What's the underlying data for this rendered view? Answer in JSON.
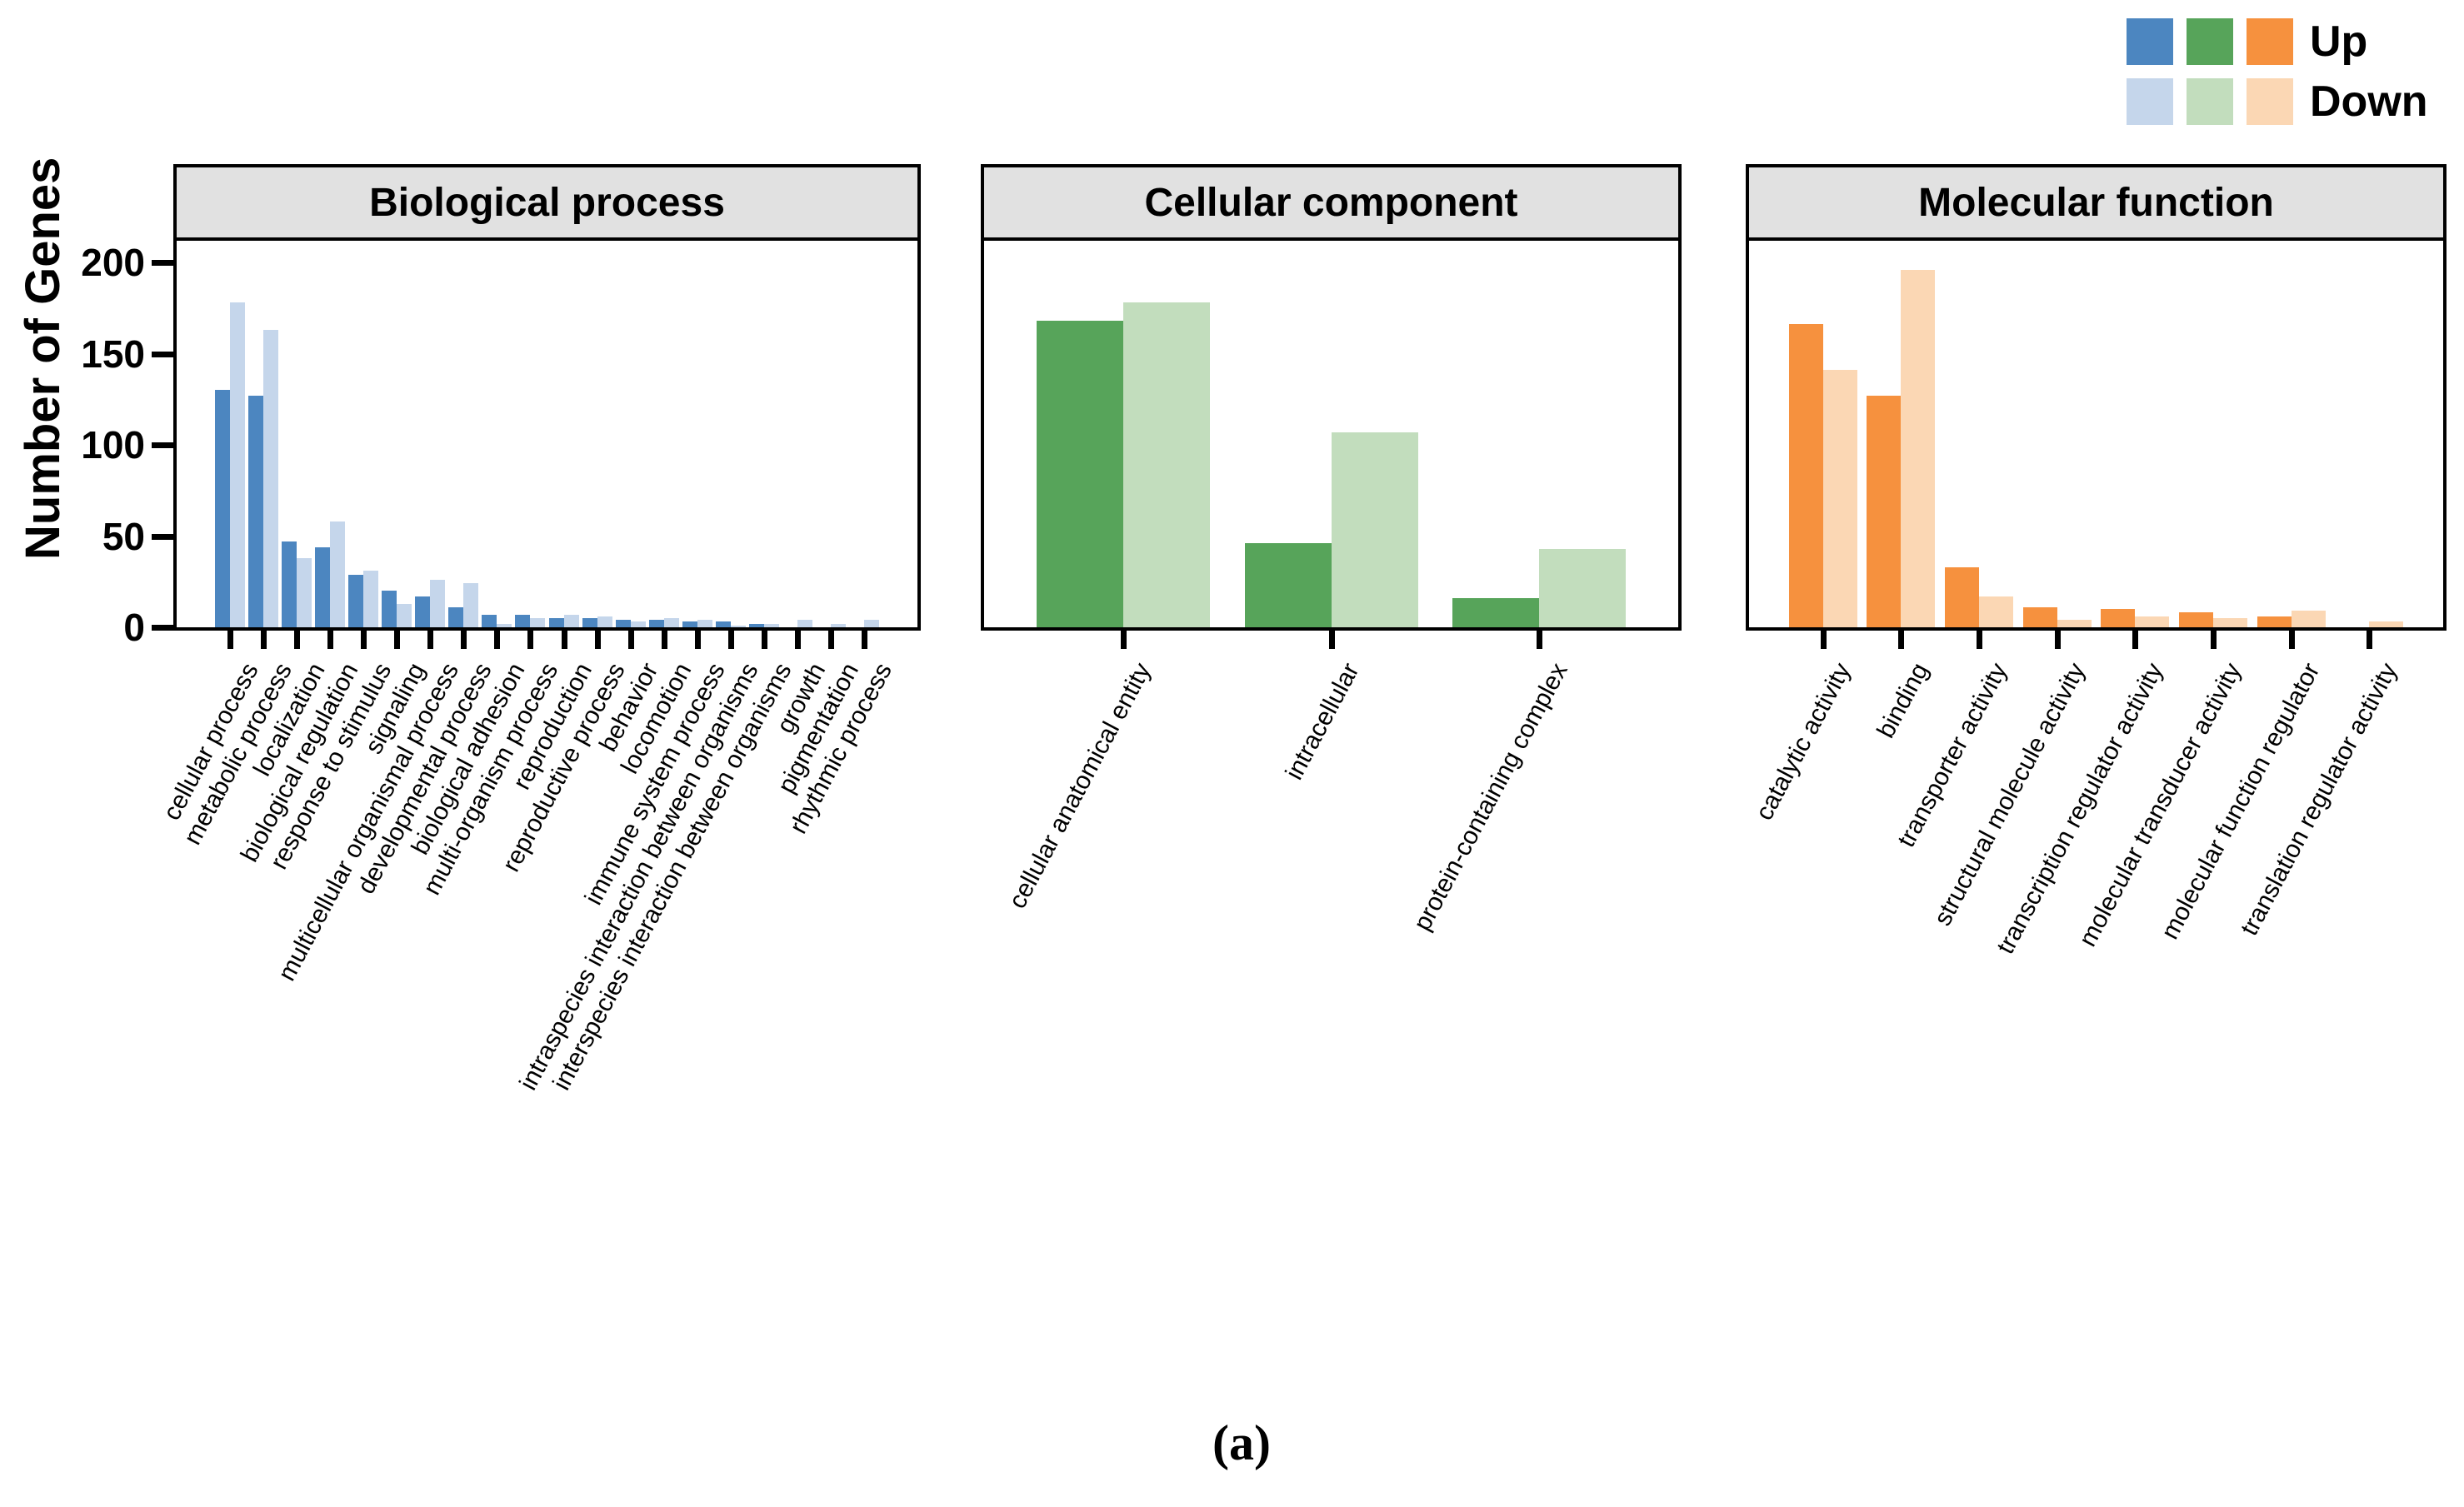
{
  "figure": {
    "y_axis": {
      "title": "Number of Genes",
      "ticks": [
        0,
        50,
        100,
        150,
        200
      ]
    },
    "legend": {
      "up_label": "Up",
      "down_label": "Down",
      "up_colors": [
        "#4c86c0",
        "#57a45a",
        "#f6913e"
      ],
      "down_colors": [
        "#c5d6eb",
        "#c2ddbd",
        "#fbd7b4"
      ]
    },
    "caption": "(a)"
  },
  "chart_data": [
    {
      "type": "bar",
      "title": "Biological process",
      "ylabel": "Number of Genes",
      "ylim": [
        0,
        210
      ],
      "grid": false,
      "legend_position": "top-right",
      "categories": [
        "cellular process",
        "metabolic process",
        "localization",
        "biological regulation",
        "response to stimulus",
        "signaling",
        "multicellular organismal process",
        "developmental process",
        "biological adhesion",
        "multi-organism process",
        "reproduction",
        "reproductive process",
        "behavior",
        "locomotion",
        "immune system process",
        "intraspecies interaction between organisms",
        "interspecies interaction between organisms",
        "growth",
        "pigmentation",
        "rhythmic process"
      ],
      "series": [
        {
          "name": "Up",
          "color": "#4c86c0",
          "values": [
            130,
            127,
            47,
            44,
            29,
            20,
            17,
            11,
            7,
            7,
            5,
            5,
            4,
            4,
            3,
            3,
            2,
            0,
            0,
            0
          ]
        },
        {
          "name": "Down",
          "color": "#c5d6eb",
          "values": [
            178,
            163,
            38,
            58,
            31,
            13,
            26,
            24,
            2,
            5,
            7,
            6,
            3,
            5,
            4,
            1,
            2,
            4,
            2,
            4
          ]
        }
      ]
    },
    {
      "type": "bar",
      "title": "Cellular component",
      "ylabel": "Number of Genes",
      "ylim": [
        0,
        210
      ],
      "grid": false,
      "legend_position": "top-right",
      "categories": [
        "cellular anatomical entity",
        "intracellular",
        "protein-containing complex"
      ],
      "series": [
        {
          "name": "Up",
          "color": "#57a45a",
          "values": [
            168,
            46,
            16
          ]
        },
        {
          "name": "Down",
          "color": "#c2ddbd",
          "values": [
            178,
            107,
            43
          ]
        }
      ]
    },
    {
      "type": "bar",
      "title": "Molecular function",
      "ylabel": "Number of Genes",
      "ylim": [
        0,
        210
      ],
      "grid": false,
      "legend_position": "top-right",
      "categories": [
        "catalytic activity",
        "binding",
        "transporter activity",
        "structural molecule activity",
        "transcription regulator activity",
        "molecular transducer activity",
        "molecular function regulator",
        "translation regulator activity"
      ],
      "series": [
        {
          "name": "Up",
          "color": "#f6913e",
          "values": [
            166,
            127,
            33,
            11,
            10,
            8,
            6,
            0
          ]
        },
        {
          "name": "Down",
          "color": "#fbd7b4",
          "values": [
            141,
            196,
            17,
            4,
            6,
            5,
            9,
            3
          ]
        }
      ]
    }
  ]
}
